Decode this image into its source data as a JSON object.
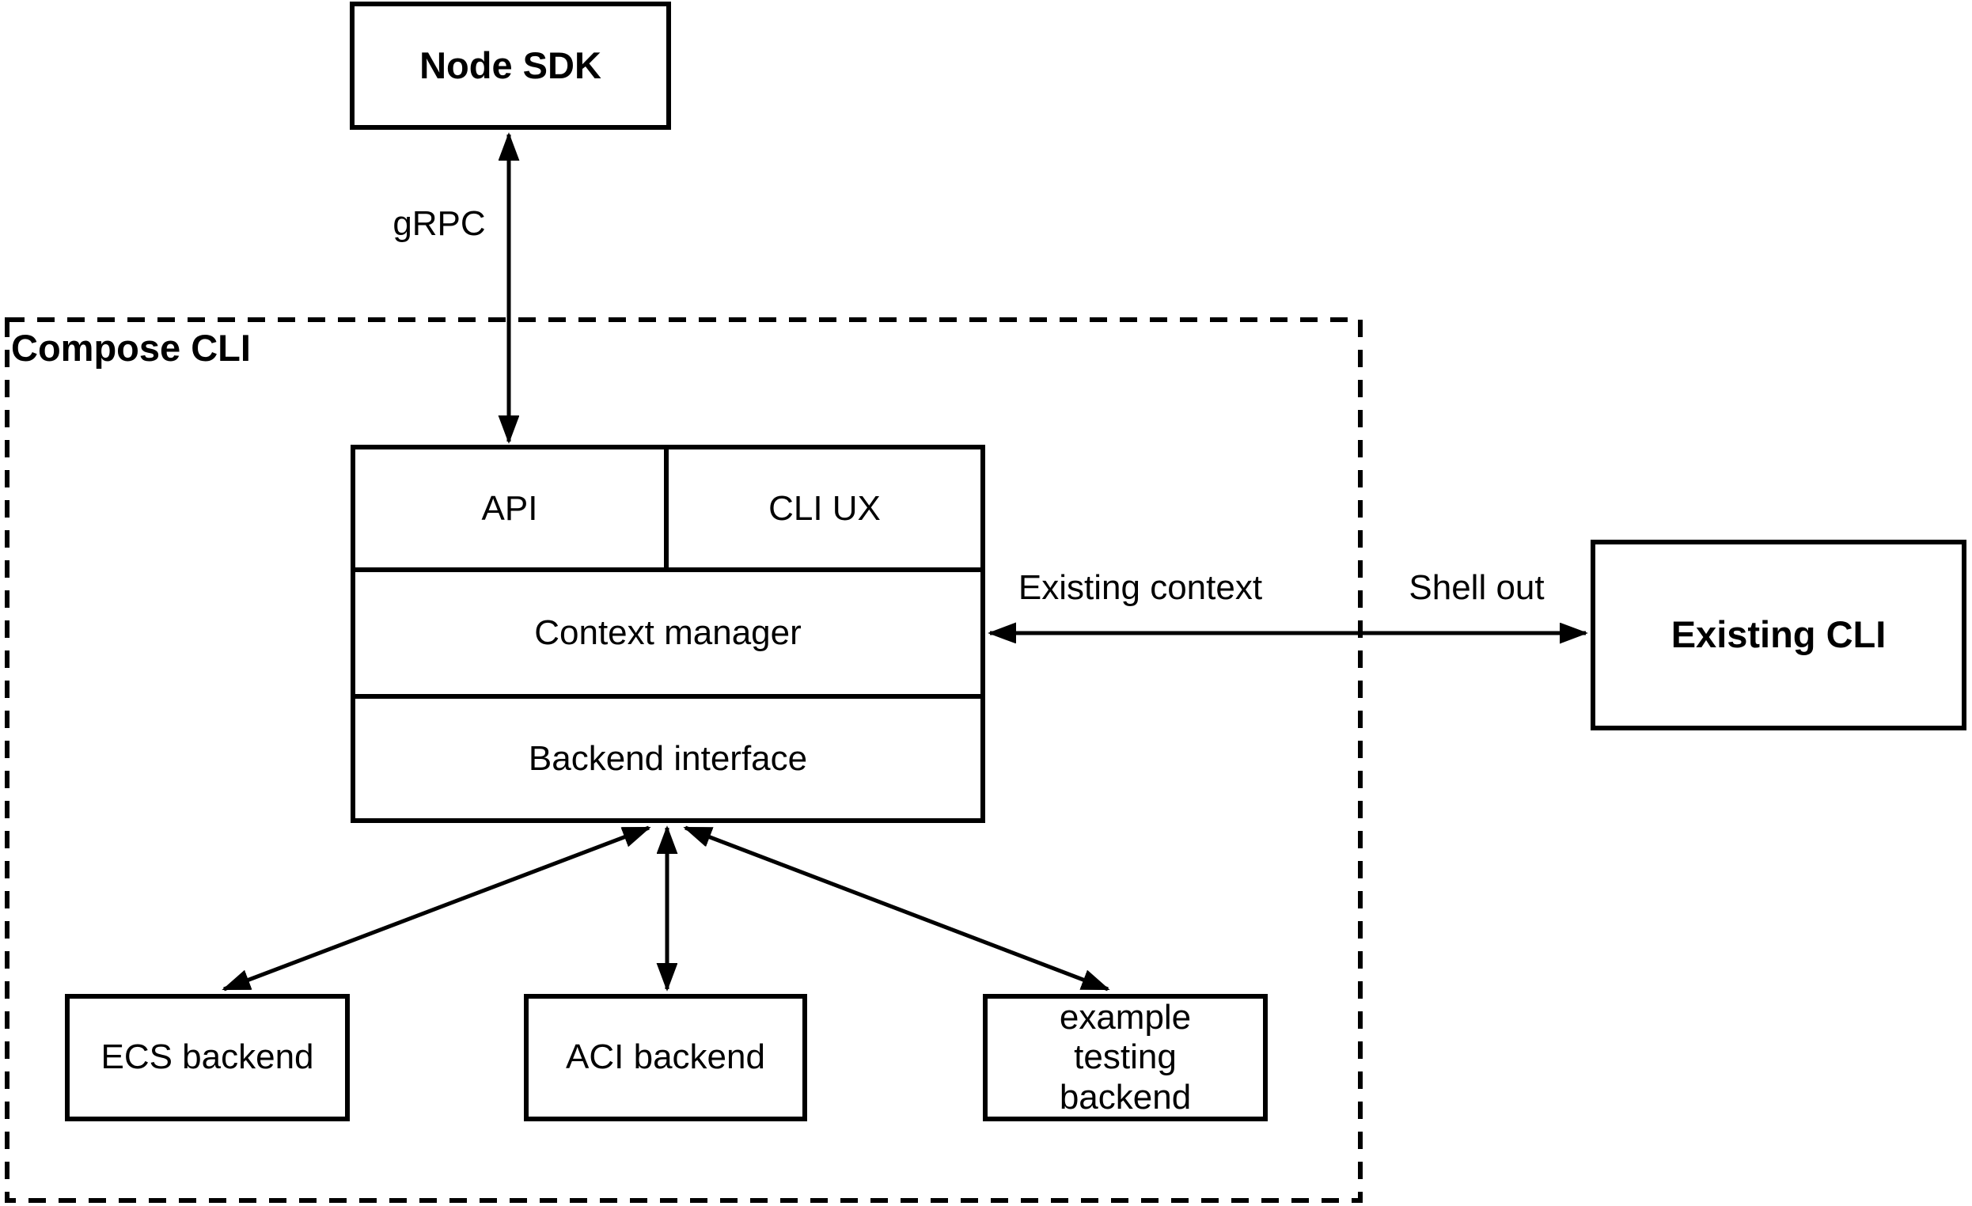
{
  "diagram": {
    "type": "architecture-diagram",
    "colors": {
      "stroke": "#000000",
      "background": "#ffffff",
      "text": "#000000"
    },
    "container": {
      "label": "Compose CLI",
      "border_style": "dashed"
    },
    "nodes": {
      "node_sdk": "Node SDK",
      "api": "API",
      "cli_ux": "CLI UX",
      "context_manager": "Context manager",
      "backend_interface": "Backend interface",
      "existing_cli": "Existing CLI",
      "ecs_backend": "ECS backend",
      "aci_backend": "ACI backend",
      "example_testing_backend": "example testing backend"
    },
    "edge_labels": {
      "grpc": "gRPC",
      "existing_context": "Existing context",
      "shell_out": "Shell out"
    },
    "edges": [
      {
        "from": "node_sdk",
        "to": "api",
        "label": "gRPC",
        "bidirectional": true
      },
      {
        "from": "context_manager",
        "to": "existing_cli",
        "labels": [
          "Existing context",
          "Shell out"
        ],
        "bidirectional": true
      },
      {
        "from": "backend_interface",
        "to": "ecs_backend",
        "bidirectional": true
      },
      {
        "from": "backend_interface",
        "to": "aci_backend",
        "bidirectional": true
      },
      {
        "from": "backend_interface",
        "to": "example_testing_backend",
        "bidirectional": true
      }
    ]
  }
}
